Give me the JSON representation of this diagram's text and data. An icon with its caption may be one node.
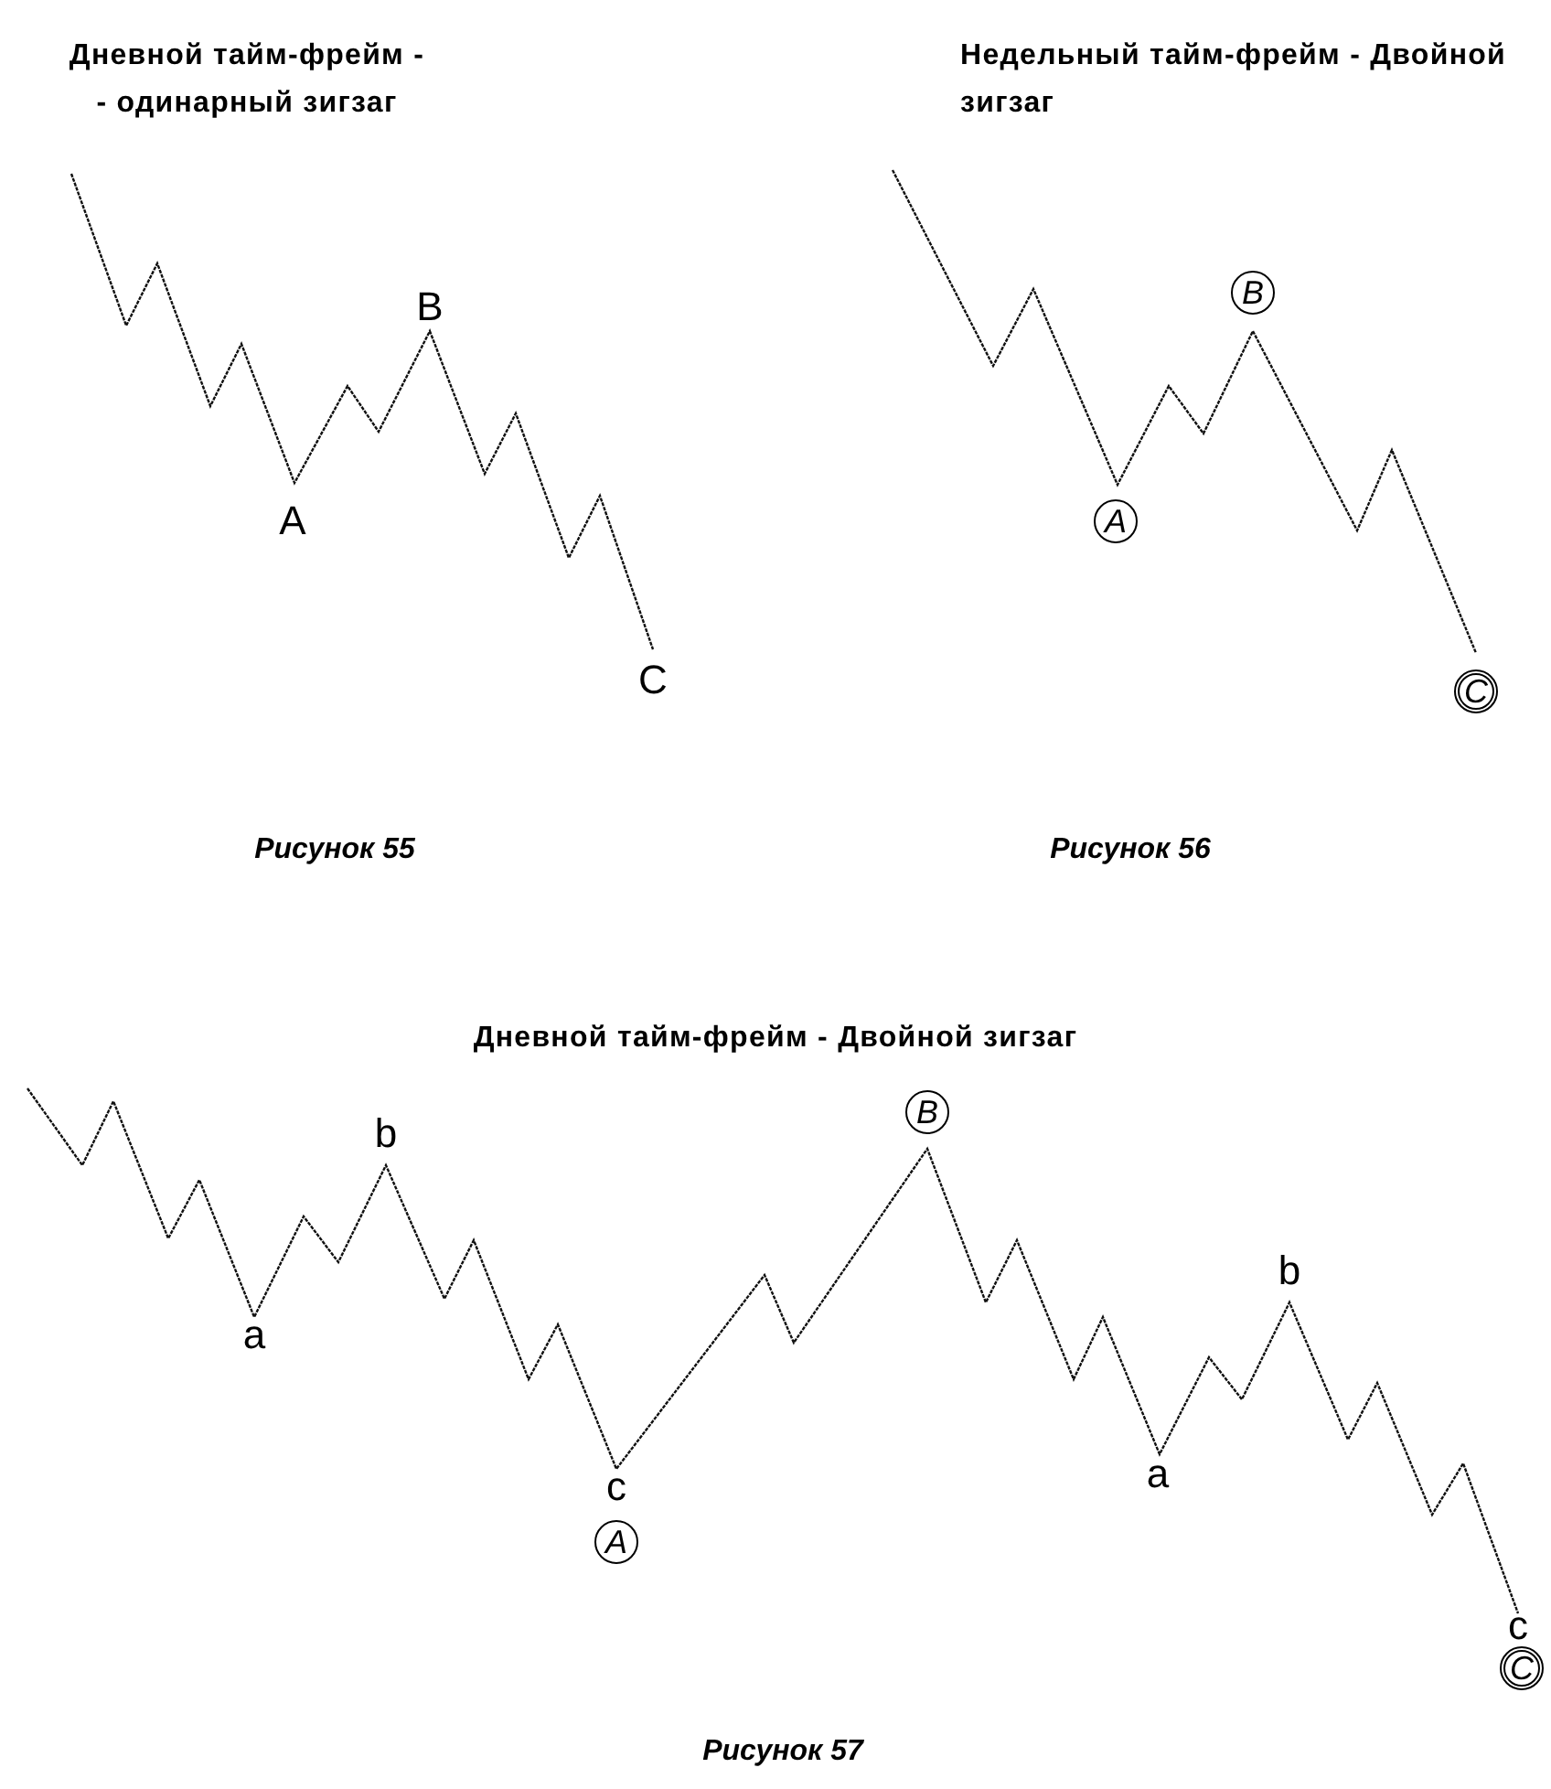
{
  "diagram": {
    "nodes": [
      {
        "text": [
          "B"
        ]
      },
      {
        "text": [
          "A"
        ]
      },
      {
        "text": [
          "C"
        ]
      },
      {
        "text": [
          "B"
        ]
      },
      {
        "text": [
          "A"
        ]
      },
      {
        "text": [
          "C"
        ]
      }
    ],
    "labels": [
      "Дневной тайм-фрейм - - одинарный зигзаг",
      "Недельный тайм-фрейм - Двойной зигзаг",
      "B",
      "A",
      "C",
      "Рисунок 55",
      "Рисунок 56",
      "Дневной тайм-фрейм - Двойной зигзаг",
      "b",
      "a",
      "c",
      "b",
      "a",
      "c",
      "Рисунок 57"
    ]
  }
}
